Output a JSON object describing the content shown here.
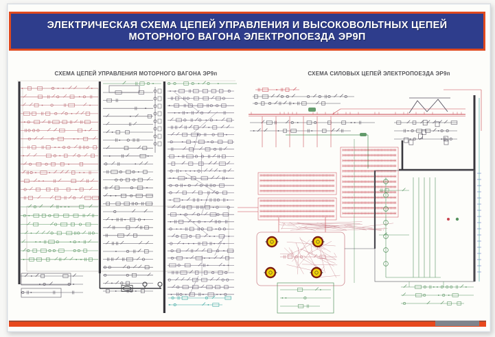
{
  "poster": {
    "title": {
      "line1": "ЭЛЕКТРИЧЕСКАЯ СХЕМА ЦЕПЕЙ УПРАВЛЕНИЯ И ВЫСОКОВОЛЬТНЫХ ЦЕПЕЙ",
      "line2": "МОТОРНОГО ВАГОНА ЭЛЕКТРОПОЕЗДА ЭР9П"
    },
    "diagrams": {
      "left": {
        "caption": "СХЕМА ЦЕПЕЙ УПРАВЛЕНИЯ МОТОРНОГО ВАГОНА ЭР9п"
      },
      "right": {
        "caption": "СХЕМА СИЛОВЫХ ЦЕПЕЙ ЭЛЕКТРОПОЕЗДА ЭР9п",
        "traction_motor_count": 4
      }
    },
    "colors": {
      "banner_bg": "#2e3d8c",
      "banner_border": "#e0491e",
      "banner_text": "#ffffff",
      "caption_text": "#55555a",
      "footer_stripe": "#e8481c",
      "bus_bar": "#38373d",
      "circuit_red": "#b9646e",
      "circuit_green": "#55925e",
      "circuit_dark": "#55505e",
      "circuit_purple": "#645b72",
      "power_red": "#c8434e",
      "pink_light": "#d39ba3",
      "motor_yellow": "#f2d40e",
      "motor_ring": "#7c1d12",
      "teal": "#2fa29b",
      "blue": "#4a62b8",
      "faint_outline": "#aaa49e"
    }
  }
}
